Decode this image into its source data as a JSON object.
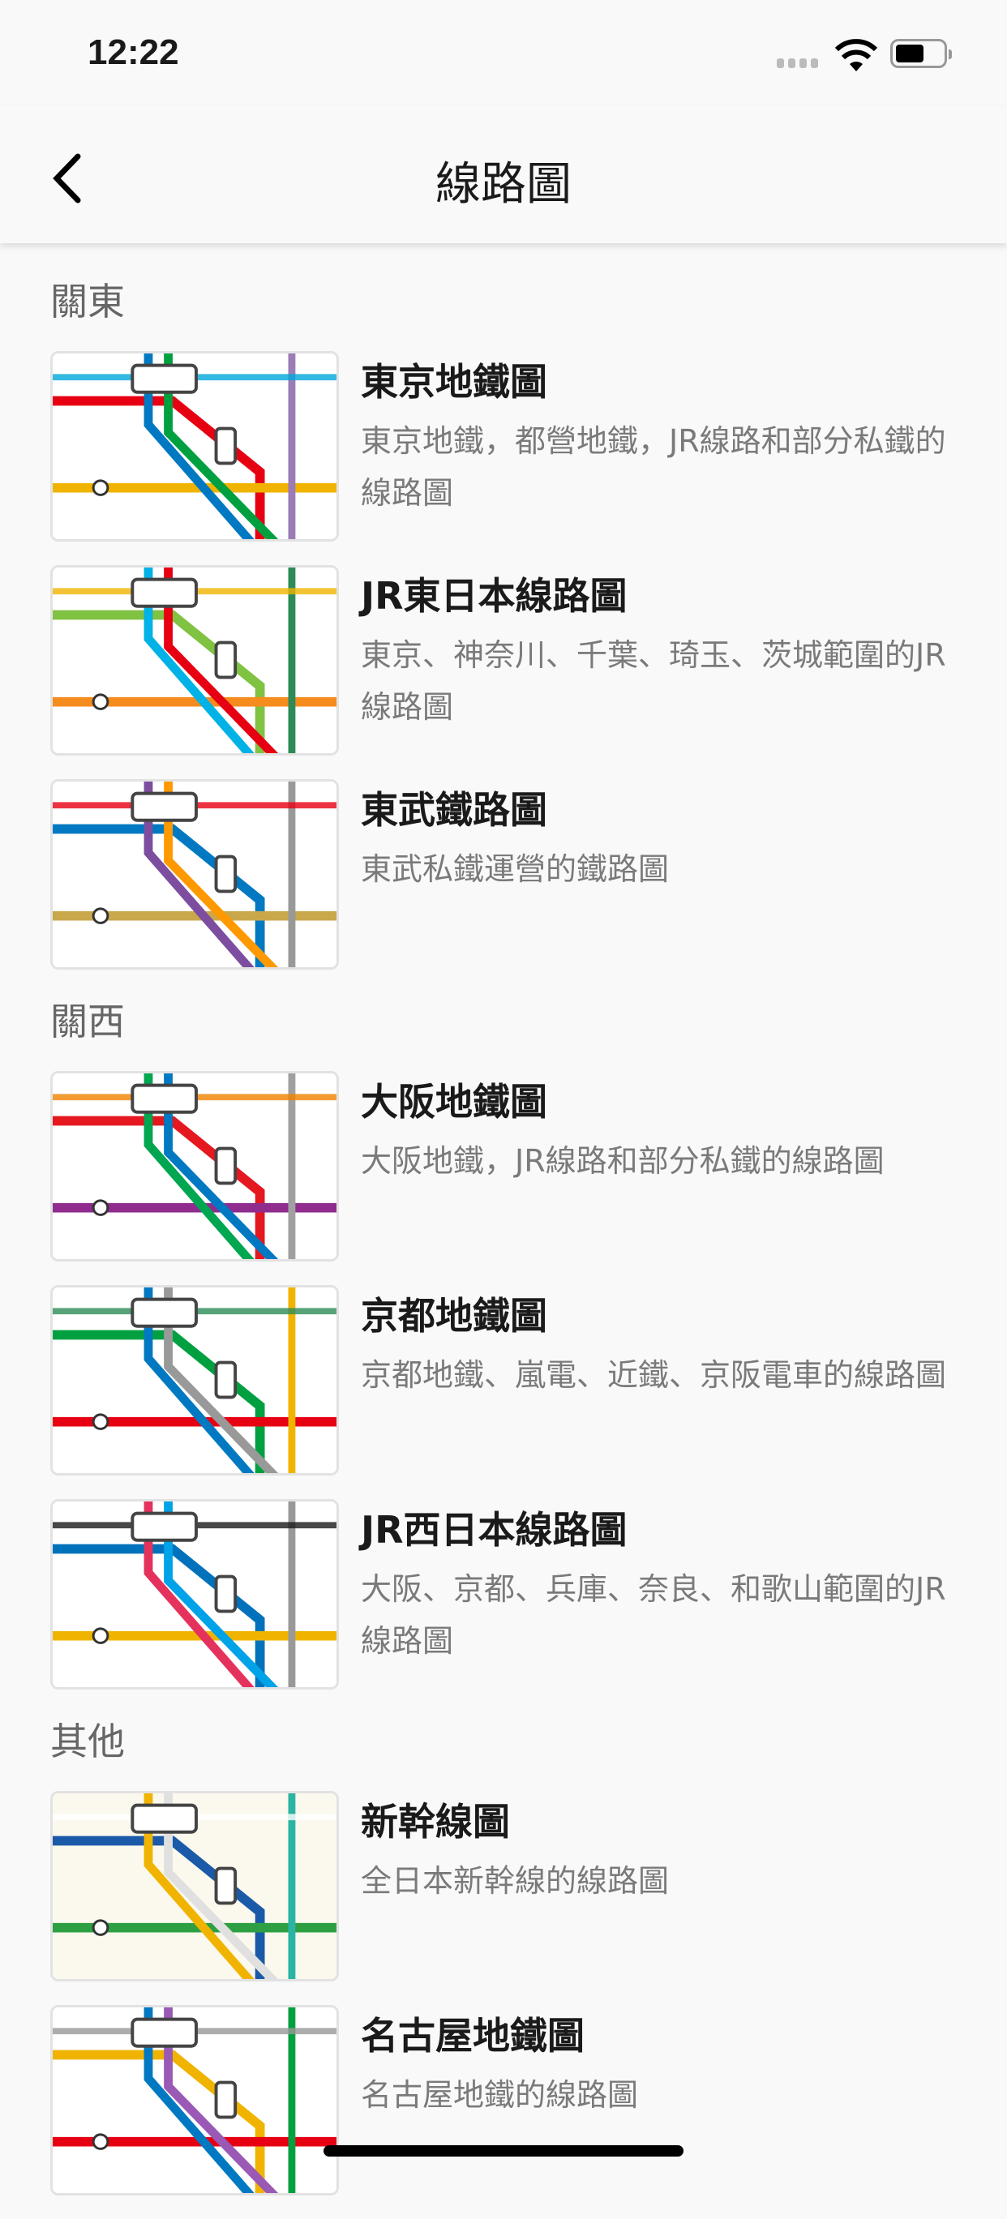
{
  "status_bar": {
    "time": "12:22"
  },
  "nav": {
    "title": "線路圖"
  },
  "sections": [
    {
      "title": "關東",
      "items": [
        {
          "title": "東京地鐵圖",
          "desc": "東京地鐵，都營地鐵，JR線路和部分私鐵的線路圖"
        },
        {
          "title": "JR東日本線路圖",
          "desc": "東京、神奈川、千葉、琦玉、茨城範圍的JR線路圖"
        },
        {
          "title": "東武鐵路圖",
          "desc": "東武私鐵運營的鐵路圖"
        }
      ]
    },
    {
      "title": "關西",
      "items": [
        {
          "title": "大阪地鐵圖",
          "desc": "大阪地鐵，JR線路和部分私鐵的線路圖"
        },
        {
          "title": "京都地鐵圖",
          "desc": "京都地鐵、嵐電、近鐵、京阪電車的線路圖"
        },
        {
          "title": "JR西日本線路圖",
          "desc": "大阪、京都、兵庫、奈良、和歌山範圍的JR線路圖"
        }
      ]
    },
    {
      "title": "其他",
      "items": [
        {
          "title": "新幹線圖",
          "desc": "全日本新幹線的線路圖"
        },
        {
          "title": "名古屋地鐵圖",
          "desc": "名古屋地鐵的線路圖"
        }
      ]
    }
  ],
  "thumb_colors": [
    [
      "#e60012",
      "#f0b400",
      "#0079c2",
      "#00a040",
      "#9b7cb6",
      "#00a7db"
    ],
    [
      "#80c241",
      "#f68b1e",
      "#00b2e5",
      "#e60012",
      "#2e8b57",
      "#f0b400"
    ],
    [
      "#0079c2",
      "#c8a84b",
      "#7d4ea0",
      "#ff9900",
      "#999999",
      "#e60012"
    ],
    [
      "#e5171f",
      "#8f2c8e",
      "#00a650",
      "#0078c2",
      "#a0a0a0",
      "#f08200"
    ],
    [
      "#00a040",
      "#e60012",
      "#0079c2",
      "#999999",
      "#f0b400",
      "#2e8b57"
    ],
    [
      "#0072bc",
      "#f0b400",
      "#e5325d",
      "#00a2e8",
      "#999999",
      "#1a1a1a"
    ],
    [
      "#1a5aa8",
      "#2ea043",
      "#f0b400",
      "#e0e0e0",
      "#2bb3a3",
      "#ffffff"
    ],
    [
      "#f0b400",
      "#e60012",
      "#0079c2",
      "#9b59b6",
      "#00a040",
      "#999999"
    ]
  ]
}
